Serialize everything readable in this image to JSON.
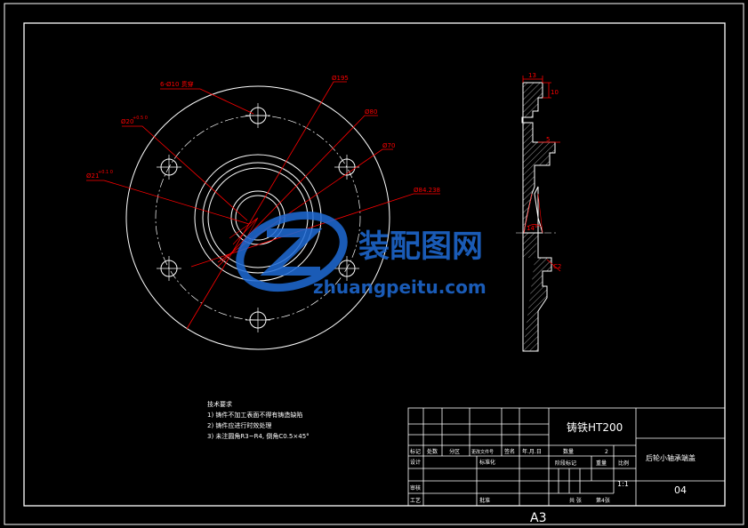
{
  "dimensions": {
    "bolt_holes": "6-Ø10 贯穿",
    "d_a": "Ø20",
    "d_a_tol": "+0.5 0",
    "d_b": "Ø21",
    "d_b_tol": "+0.1 0",
    "outer_dia": "Ø195",
    "d1": "Ø80",
    "d2": "Ø70",
    "pcd": "Ø84.238"
  },
  "section_dims": {
    "width": "13",
    "top": "10",
    "step": "5",
    "groove": "14°",
    "chamfer": "C2"
  },
  "tech_requirements": {
    "title": "技术要求",
    "items": [
      "1) 铸件不加工表面不得有铸造缺陷",
      "2) 铸件应进行时效处理",
      "3) 未注圆角R3~R4, 倒角C0.5×45°"
    ]
  },
  "watermark": {
    "cn": "装配图网",
    "en": "zhuangpeitu.com"
  },
  "title_block": {
    "material": "铸铁HT200",
    "part_name": "后轮小轴承端盖",
    "drawing_no": "04",
    "qty_label": "数量",
    "qty_value": "2",
    "stage_label": "阶段标记",
    "weight_label": "重量",
    "scale_label": "比例",
    "scale_value": "1:1",
    "sheet_total": "共  张",
    "sheet_no": "第4张",
    "row_mark": "标记",
    "row_count": "处数",
    "row_zone": "分区",
    "row_docno": "更改文件号",
    "row_sign": "签名",
    "row_date": "年.月.日",
    "designer": "设计",
    "standard": "标准化",
    "checker": "审核",
    "process": "工艺",
    "approve": "批准"
  },
  "sheet_size": "A3",
  "colors": {
    "line": "#ffffff",
    "dim": "#ff0000",
    "watermark": "#1f6bd6"
  }
}
